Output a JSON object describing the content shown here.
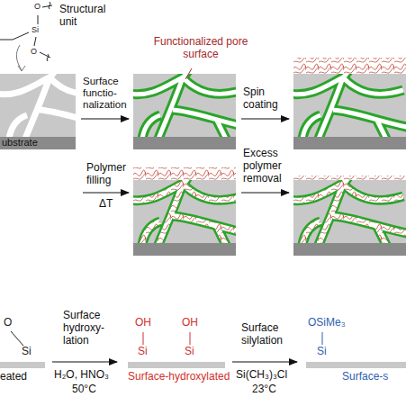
{
  "diagram": {
    "labels": [
      "O",
      "Si",
      "O",
      "Structural unit",
      "Functionalized pore surface",
      "Surface functio- nalization",
      "Spin coating",
      "ubstrate",
      "Polymer filling",
      "ΔT",
      "Excess polymer removal",
      "O",
      "Si",
      "eated",
      "Surface hydroxy- lation",
      "H₂O, HNO₃",
      "50°C",
      "OH",
      "OH",
      "Si",
      "Si",
      "Surface-hydroxylated",
      "Surface silylation",
      "Si(CH₃)₃Cl",
      "23°C",
      "OSiMe₃",
      "Si",
      "Surface-s"
    ]
  }
}
